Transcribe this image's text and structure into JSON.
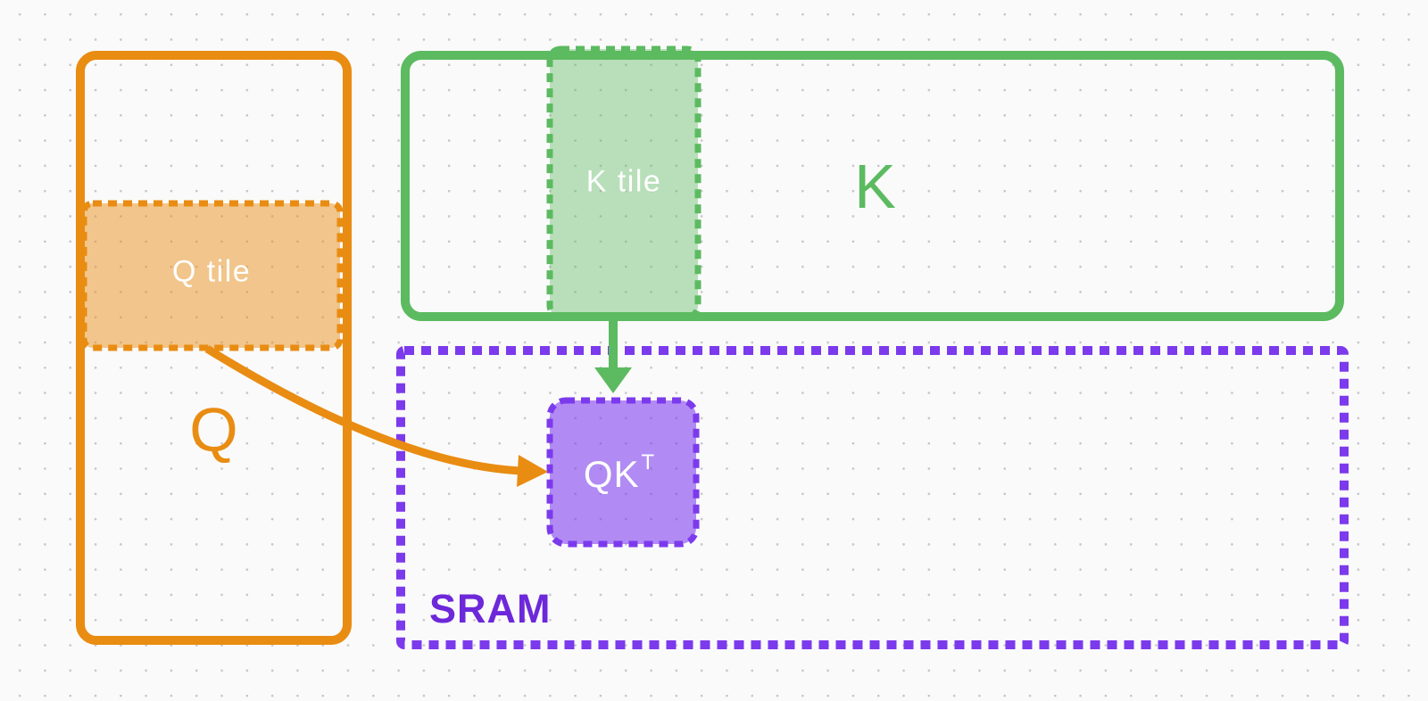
{
  "colors": {
    "background": "#fafafa",
    "grid_dot": "#c6c6ca",
    "orange": "#e98c12",
    "green": "#5cba60",
    "purple": "#7c3aed",
    "sram_text": "#6d28d9",
    "tile_text": "#ffffff"
  },
  "q_matrix": {
    "label": "Q",
    "tile_label": "Q tile"
  },
  "k_matrix": {
    "label": "K",
    "tile_label": "K tile"
  },
  "sram": {
    "label": "SRAM",
    "result_label": "QK",
    "result_superscript": "T"
  }
}
